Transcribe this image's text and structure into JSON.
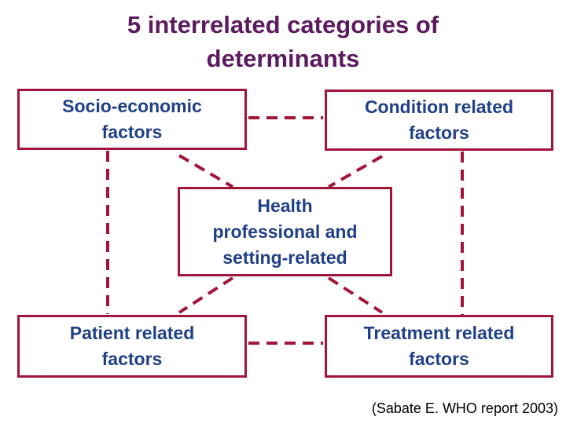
{
  "title": {
    "line1": "5 interrelated categories of",
    "line2": "determinants"
  },
  "nodes": {
    "socio_economic": {
      "line1": "Socio-economic",
      "line2": "factors"
    },
    "condition": {
      "line1": "Condition related",
      "line2": "factors"
    },
    "health_professional": {
      "line1": "Health",
      "line2": "professional and",
      "line3": "setting-related"
    },
    "patient": {
      "line1": "Patient related",
      "line2": "factors"
    },
    "treatment": {
      "line1": "Treatment related",
      "line2": "factors"
    }
  },
  "citation": "(Sabate E. WHO report 2003)",
  "colors": {
    "title": "#5c1a5e",
    "box_border": "#a3143a",
    "box_text": "#1f3f86",
    "connector": "#a3143a"
  }
}
